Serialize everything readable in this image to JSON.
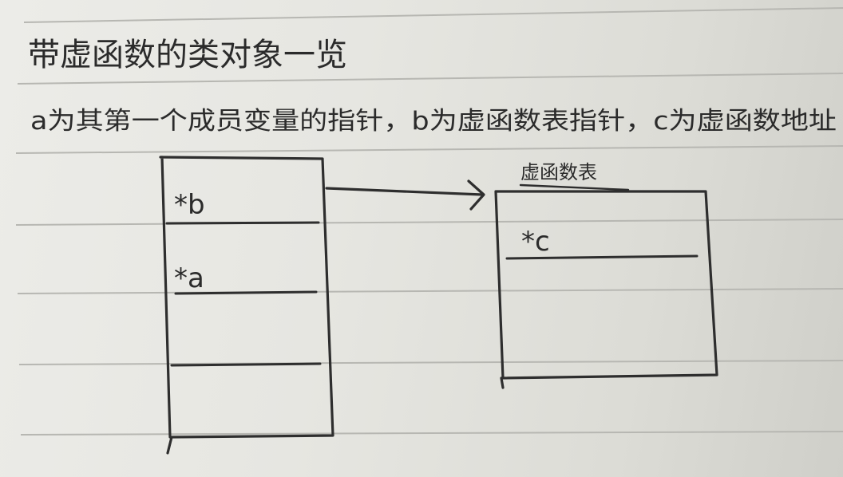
{
  "notebook": {
    "title": "带虚函数的类对象一览",
    "note": "a为其第一个成员变量的指针，b为虚函数表指针，c为虚函数地址"
  },
  "object_box": {
    "cells": [
      "*b",
      "*a",
      "",
      ""
    ]
  },
  "vtable_box": {
    "label": "虚函数表",
    "cells": [
      "*c",
      ""
    ]
  }
}
